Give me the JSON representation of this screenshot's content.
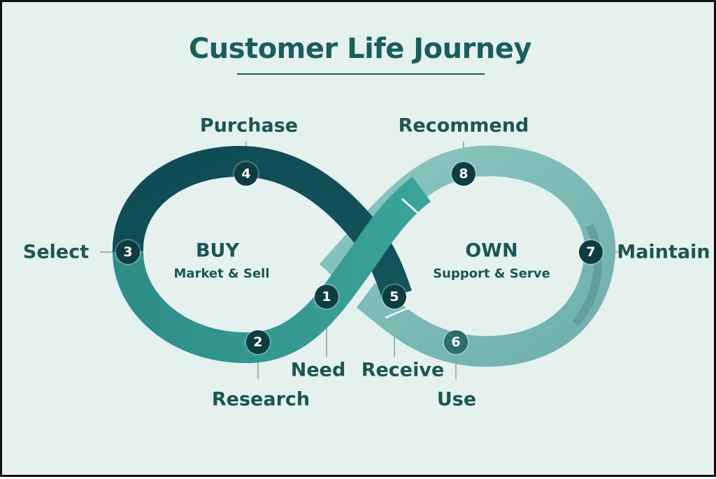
{
  "title": "Customer Life Journey",
  "left_loop": {
    "title": "BUY",
    "subtitle": "Market & Sell"
  },
  "right_loop": {
    "title": "OWN",
    "subtitle": "Support & Serve"
  },
  "stages": [
    {
      "number": "1",
      "label": "Need"
    },
    {
      "number": "2",
      "label": "Research"
    },
    {
      "number": "3",
      "label": "Select"
    },
    {
      "number": "4",
      "label": "Purchase"
    },
    {
      "number": "5",
      "label": "Receive"
    },
    {
      "number": "6",
      "label": "Use"
    },
    {
      "number": "7",
      "label": "Maintain"
    },
    {
      "number": "8",
      "label": "Recommend"
    }
  ],
  "colors": {
    "background": "#e4f1ef",
    "title": "#1a5e5b",
    "dark_teal": "#0f4a52",
    "mid_teal": "#3a9f96",
    "light_teal": "#7fbfb9",
    "badge": "#0d3d3f"
  }
}
